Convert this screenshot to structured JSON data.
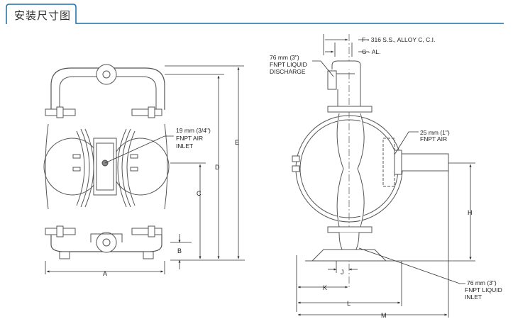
{
  "header": {
    "title": "安装尺寸图",
    "accent_color": "#1b6fa8"
  },
  "front_view": {
    "air_inlet": [
      "19 mm (3/4\")",
      "FNPT AIR",
      "INLET"
    ],
    "dims": {
      "a": "A",
      "b": "B",
      "c": "C",
      "d": "D",
      "e": "E"
    }
  },
  "side_view": {
    "material_f": "F - 316 S.S., ALLOY C, C.I.",
    "material_g": "G - AL.",
    "discharge": [
      "76 mm (3\")",
      "FNPT LIQUID",
      "DISCHARGE"
    ],
    "air_inlet": [
      "25 mm (1\")",
      "FNPT AIR"
    ],
    "liquid_inlet": [
      "76 mm (3\")",
      "FNPT LIQUID",
      "INLET"
    ],
    "dims": {
      "h": "H",
      "j": "J",
      "k": "K",
      "l": "L",
      "m": "M"
    }
  }
}
